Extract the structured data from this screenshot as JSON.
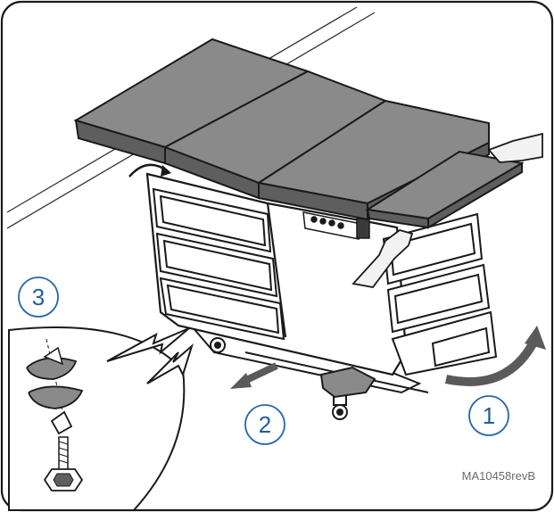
{
  "figure": {
    "reference_code": "MA10458revB",
    "steps": [
      {
        "number": "1",
        "action": "lift-footrest-arrow"
      },
      {
        "number": "2",
        "action": "pull-table-arrow"
      },
      {
        "number": "3",
        "action": "adjust-leveling-foot"
      }
    ]
  },
  "colors": {
    "border": "#1a1a1a",
    "step_circle": "#2a6aa8",
    "step_text": "#1f5f9b",
    "cushion_top": "#8a8a8a",
    "cushion_side": "#5e5e5e",
    "arrow_fill": "#5a5a5a",
    "body": "#ffffff",
    "skin": "#f2f2f2"
  }
}
